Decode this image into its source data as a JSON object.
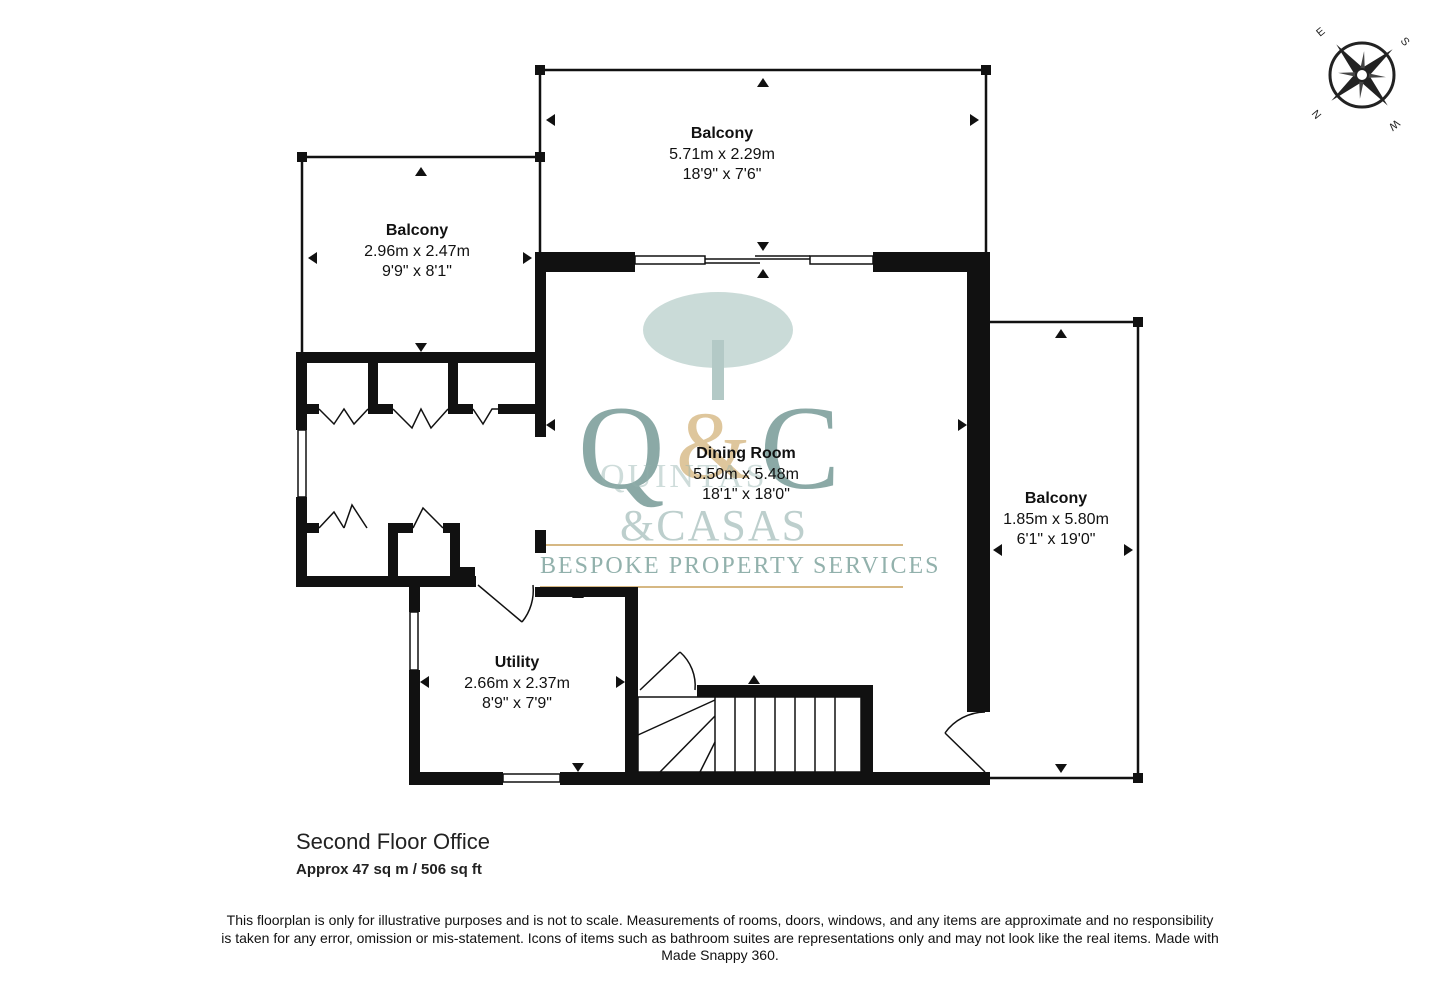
{
  "rooms": {
    "balcony_top": {
      "name": "Balcony",
      "dim_metric": "5.71m x 2.29m",
      "dim_imperial": "18'9\" x 7'6\""
    },
    "balcony_left": {
      "name": "Balcony",
      "dim_metric": "2.96m x 2.47m",
      "dim_imperial": "9'9\" x 8'1\""
    },
    "dining_room": {
      "name": "Dining Room",
      "dim_metric": "5.50m x 5.48m",
      "dim_imperial": "18'1\" x 18'0\""
    },
    "balcony_right": {
      "name": "Balcony",
      "dim_metric": "1.85m x 5.80m",
      "dim_imperial": "6'1\" x 19'0\""
    },
    "utility": {
      "name": "Utility",
      "dim_metric": "2.66m x 2.37m",
      "dim_imperial": "8'9\" x 7'9\""
    }
  },
  "compass": {
    "letters": [
      "E",
      "S",
      "W",
      "N"
    ]
  },
  "watermark": {
    "monogram_left": "Q",
    "ampersand": "&",
    "monogram_right": "C",
    "line1": "QUINTAS",
    "line2": "&CASAS",
    "line3": "BESPOKE PROPERTY SERVICES"
  },
  "floor": {
    "title": "Second Floor Office",
    "area": "Approx 47 sq m / 506 sq ft"
  },
  "disclaimer": "This floorplan is only for illustrative purposes and is not to scale. Measurements of rooms, doors, windows, and any items are approximate and no responsibility is taken for any error, omission or mis-statement. Icons of items such as bathroom suites are representations only and may not look like the real items. Made with Made Snappy 360.",
  "colors": {
    "wall": "#111111",
    "watermark_teal": "#4b7a75",
    "watermark_gold": "#c9a15a"
  }
}
